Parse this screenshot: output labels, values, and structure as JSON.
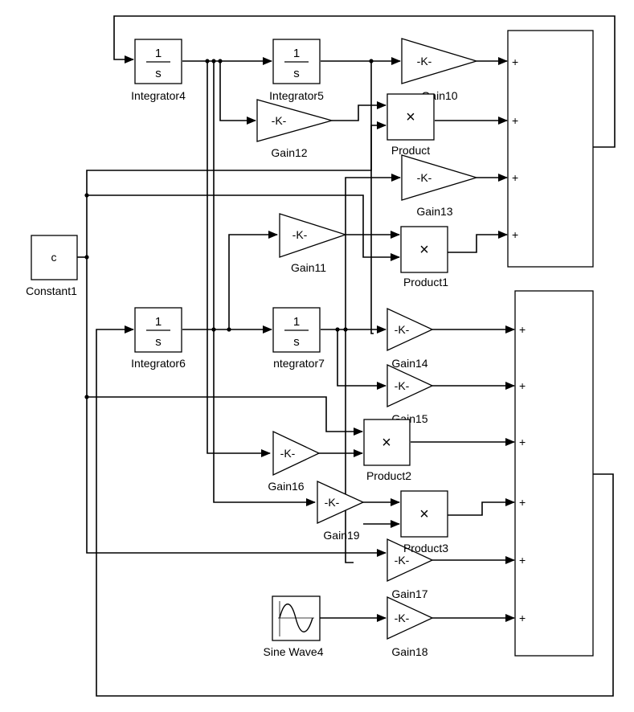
{
  "integrators": [
    {
      "id": "int4",
      "name": "Integrator4",
      "num": "1",
      "den": "s"
    },
    {
      "id": "int5",
      "name": "Integrator5",
      "num": "1",
      "den": "s"
    },
    {
      "id": "int6",
      "name": "Integrator6",
      "num": "1",
      "den": "s"
    },
    {
      "id": "int7",
      "name": "ntegrator7",
      "num": "1",
      "den": "s"
    }
  ],
  "gains": [
    {
      "id": "g10",
      "name": "Gain10",
      "k": "-K-"
    },
    {
      "id": "g12",
      "name": "Gain12",
      "k": "-K-"
    },
    {
      "id": "g13",
      "name": "Gain13",
      "k": "-K-"
    },
    {
      "id": "g11",
      "name": "Gain11",
      "k": "-K-"
    },
    {
      "id": "g14",
      "name": "Gain14",
      "k": "-K-"
    },
    {
      "id": "g15",
      "name": "Gain15",
      "k": "-K-"
    },
    {
      "id": "g16",
      "name": "Gain16",
      "k": "-K-"
    },
    {
      "id": "g19",
      "name": "Gain19",
      "k": "-K-"
    },
    {
      "id": "g17",
      "name": "Gain17",
      "k": "-K-"
    },
    {
      "id": "g18",
      "name": "Gain18",
      "k": "-K-"
    }
  ],
  "products": [
    {
      "id": "p0",
      "name": "Product",
      "sym": "×"
    },
    {
      "id": "p1",
      "name": "Product1",
      "sym": "×"
    },
    {
      "id": "p2",
      "name": "Product2",
      "sym": "×"
    },
    {
      "id": "p3",
      "name": "Product3",
      "sym": "×"
    }
  ],
  "constant": {
    "name": "Constant1",
    "value": "c"
  },
  "sine": {
    "name": "Sine Wave4"
  },
  "sums": [
    {
      "id": "sum1",
      "signs": [
        "+",
        "+",
        "+",
        "+"
      ]
    },
    {
      "id": "sum2",
      "signs": [
        "+",
        "+",
        "+",
        "+",
        "+",
        "+"
      ]
    }
  ]
}
